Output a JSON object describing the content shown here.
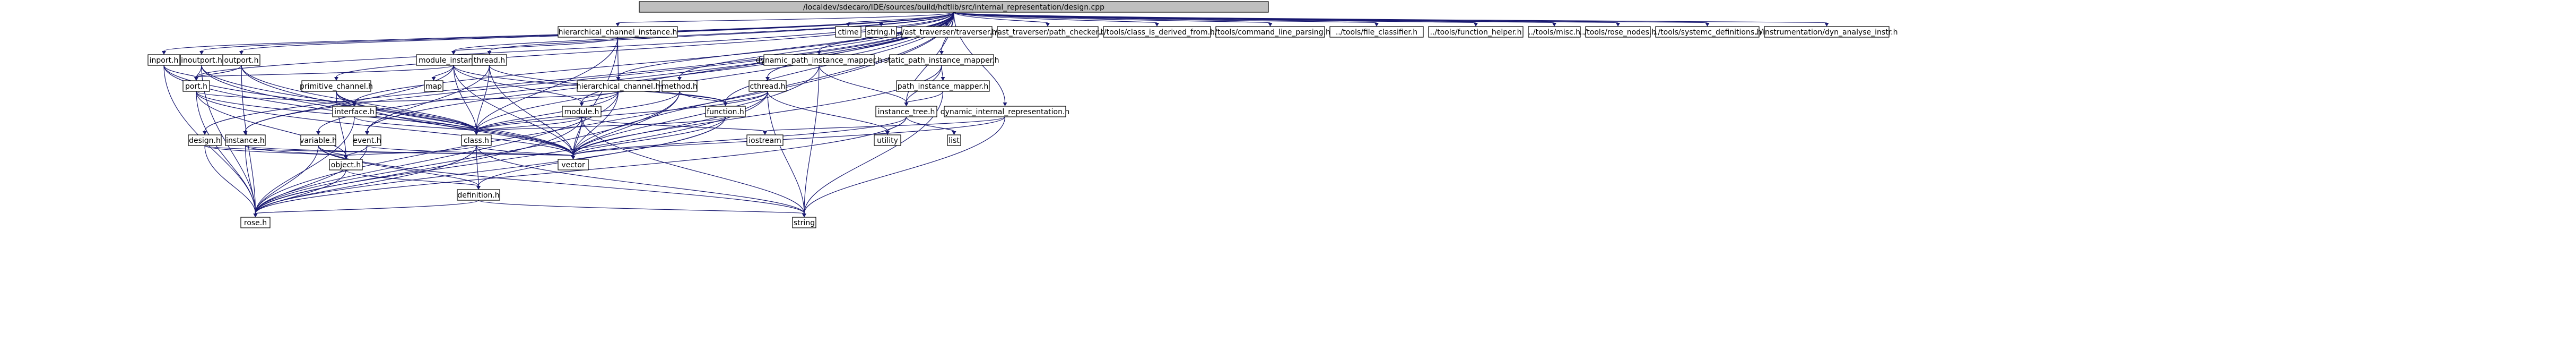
{
  "colors": {
    "edge": "#191970",
    "node_fill": "#ffffff",
    "root_fill": "#bfbfbf",
    "border": "#000000"
  },
  "nodes": [
    {
      "id": "root",
      "label": "/localdev/sdecaro/IDE/sources/build/hdtlib/src/internal_representation/design.cpp",
      "root": true
    },
    {
      "id": "hci",
      "label": "hierarchical_channel_instance.h"
    },
    {
      "id": "ctime",
      "label": "ctime"
    },
    {
      "id": "stringh",
      "label": "string.h"
    },
    {
      "id": "asttrav",
      "label": "../ast_traverser/traverser.h"
    },
    {
      "id": "astpc",
      "label": "../ast_traverser/path_checker.h"
    },
    {
      "id": "tcls",
      "label": "../tools/class_is_derived_from.h"
    },
    {
      "id": "tcmd",
      "label": "../tools/command_line_parsing.h"
    },
    {
      "id": "tfile",
      "label": "../tools/file_classifier.h"
    },
    {
      "id": "tfunc",
      "label": "../tools/function_helper.h"
    },
    {
      "id": "tmisc",
      "label": "../tools/misc.h"
    },
    {
      "id": "trose",
      "label": "../tools/rose_nodes.h"
    },
    {
      "id": "tsysc",
      "label": "../tools/systemc_definitions.h"
    },
    {
      "id": "instr",
      "label": "../instrumentation/dyn_analyse_instr.h"
    },
    {
      "id": "modinst",
      "label": "module_instance.h"
    },
    {
      "id": "threadh",
      "label": "thread.h"
    },
    {
      "id": "dpim",
      "label": "dynamic_path_instance_mapper.h"
    },
    {
      "id": "spim",
      "label": "static_path_instance_mapper.h"
    },
    {
      "id": "inport",
      "label": "inport.h"
    },
    {
      "id": "inoutport",
      "label": "inoutport.h"
    },
    {
      "id": "outport",
      "label": "outport.h"
    },
    {
      "id": "map",
      "label": "map"
    },
    {
      "id": "primch",
      "label": "primitive_channel.h"
    },
    {
      "id": "hch",
      "label": "hierarchical_channel.h"
    },
    {
      "id": "methodh",
      "label": "method.h"
    },
    {
      "id": "cthread",
      "label": "cthread.h"
    },
    {
      "id": "pim",
      "label": "path_instance_mapper.h"
    },
    {
      "id": "porth",
      "label": "port.h"
    },
    {
      "id": "interface",
      "label": "interface.h"
    },
    {
      "id": "moduleh",
      "label": "module.h"
    },
    {
      "id": "functionh",
      "label": "function.h"
    },
    {
      "id": "itree",
      "label": "instance_tree.h"
    },
    {
      "id": "dir",
      "label": "dynamic_internal_representation.h"
    },
    {
      "id": "designh",
      "label": "design.h"
    },
    {
      "id": "instanceh",
      "label": "instance.h"
    },
    {
      "id": "variableh",
      "label": "variable.h"
    },
    {
      "id": "eventh",
      "label": "event.h"
    },
    {
      "id": "classh",
      "label": "class.h"
    },
    {
      "id": "iostream",
      "label": "iostream"
    },
    {
      "id": "utility",
      "label": "utility"
    },
    {
      "id": "list",
      "label": "list"
    },
    {
      "id": "objecth",
      "label": "object.h"
    },
    {
      "id": "vector",
      "label": "vector"
    },
    {
      "id": "definition",
      "label": "definition.h"
    },
    {
      "id": "roseh",
      "label": "rose.h"
    },
    {
      "id": "string",
      "label": "string"
    }
  ]
}
